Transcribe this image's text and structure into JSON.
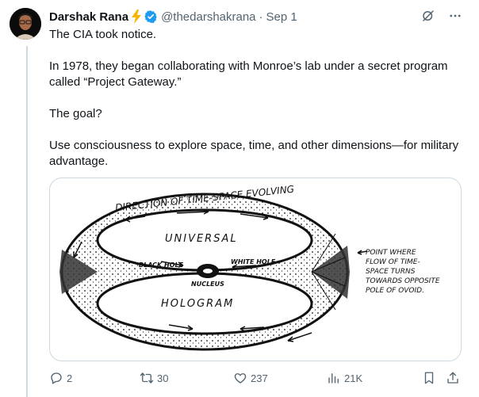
{
  "author": {
    "name": "Darshak Rana",
    "handle": "@thedarshakrana",
    "separator": "·",
    "date": "Sep 1"
  },
  "tweet": {
    "paragraphs": [
      "The CIA took notice.",
      "In 1978, they began collaborating with Monroe’s lab under a secret program called “Project Gateway.”",
      "The goal?",
      "Use consciousness to explore space, time, and other dimensions—for military advantage."
    ]
  },
  "image": {
    "labels": {
      "direction": "DIRECTION OF TIME-SPACE EVOLVING",
      "universal": "UNIVERSAL",
      "hologram": "HOLOGRAM",
      "black_hole": "BLACK HOLE",
      "white_hole": "WHITE HOLE",
      "nucleus": "NUCLEUS",
      "point_line1": "POINT WHERE",
      "point_line2": "FLOW OF TIME-",
      "point_line3": "SPACE TURNS",
      "point_line4": "TOWARDS OPPOSITE",
      "point_line5": "POLE OF OVOID."
    }
  },
  "actions": {
    "replies": "2",
    "reposts": "30",
    "likes": "237",
    "views": "21K"
  },
  "colors": {
    "text": "#0f1419",
    "muted": "#536471",
    "verified": "#1d9bf0",
    "bolt": "#f7b500",
    "border": "#cfd9de"
  }
}
